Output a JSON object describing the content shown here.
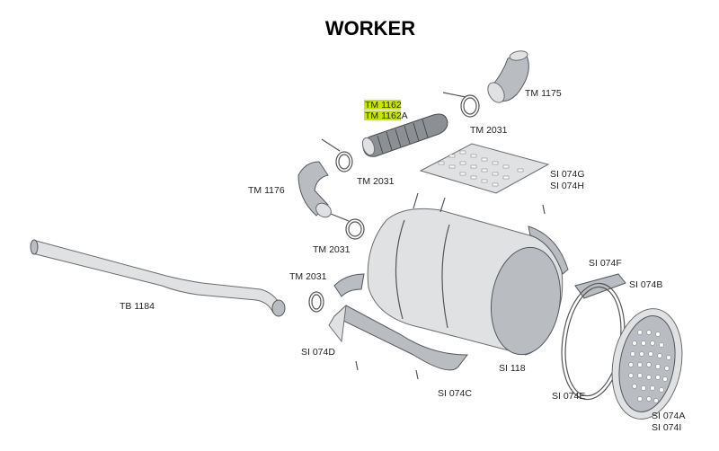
{
  "title": "WORKER",
  "labels": {
    "tm1162": "TM 1162",
    "tm1162a": "TM 1162A",
    "tm1175": "TM 1175",
    "tm2031_a": "TM 2031",
    "tm2031_b": "TM 2031",
    "tm2031_c": "TM 2031",
    "tm2031_d": "TM 2031",
    "tm1176": "TM 1176",
    "si074g": "SI 074G",
    "si074h": "SI 074H",
    "si074f": "SI 074F",
    "si074b": "SI 074B",
    "tb1184": "TB 1184",
    "si074d": "SI 074D",
    "si118": "SI 118",
    "si074c": "SI 074C",
    "si074e": "SI 074E",
    "si074a": "SI 074A",
    "si074i": "SI 074I"
  },
  "colors": {
    "highlight": "#c8e600",
    "metal": "#b9bcc0"
  }
}
